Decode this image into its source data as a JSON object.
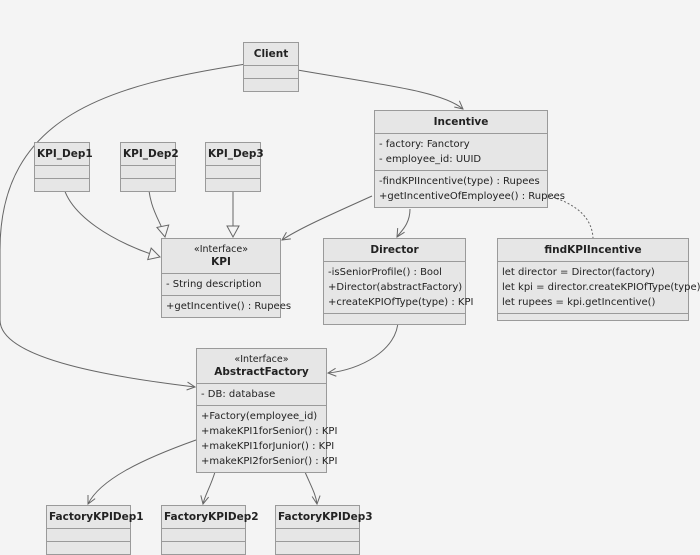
{
  "classes": {
    "client": {
      "name": "Client",
      "fields": [],
      "methods": []
    },
    "incentive": {
      "name": "Incentive",
      "fields": [
        "- factory: Fanctory",
        "- employee_id: UUID"
      ],
      "methods": [
        "-findKPIIncentive(type) : Rupees",
        "+getIncentiveOfEmployee() : Rupees"
      ]
    },
    "kpi_dep1": {
      "name": "KPI_Dep1",
      "fields": [],
      "methods": []
    },
    "kpi_dep2": {
      "name": "KPI_Dep2",
      "fields": [],
      "methods": []
    },
    "kpi_dep3": {
      "name": "KPI_Dep3",
      "fields": [],
      "methods": []
    },
    "kpi": {
      "stereotype": "«Interface»",
      "name": "KPI",
      "fields": [
        "- String description"
      ],
      "methods": [
        "+getIncentive() : Rupees"
      ]
    },
    "director": {
      "name": "Director",
      "fields": [
        "-isSeniorProfile() : Bool",
        "+Director(abstractFactory)",
        "+createKPIOfType(type) : KPI"
      ],
      "methods": []
    },
    "find_kpi_incentive": {
      "name": "findKPIIncentive",
      "fields": [
        "let director = Director(factory)",
        "let kpi = director.createKPIOfType(type)",
        "let rupees = kpi.getIncentive()"
      ],
      "methods": []
    },
    "abstract_factory": {
      "stereotype": "«Interface»",
      "name": "AbstractFactory",
      "fields": [
        "- DB: database"
      ],
      "methods": [
        "+Factory(employee_id)",
        "+makeKPI1forSenior() : KPI",
        "+makeKPI1forJunior() : KPI",
        "+makeKPI2forSenior() : KPI"
      ]
    },
    "factory_kpi_dep1": {
      "name": "FactoryKPIDep1",
      "fields": [],
      "methods": []
    },
    "factory_kpi_dep2": {
      "name": "FactoryKPIDep2",
      "fields": [],
      "methods": []
    },
    "factory_kpi_dep3": {
      "name": "FactoryKPIDep3",
      "fields": [],
      "methods": []
    }
  },
  "colors": {
    "background": "#f4f4f4",
    "box_fill": "#e6e6e6",
    "box_border": "#9a9a9a",
    "edge": "#666666"
  }
}
